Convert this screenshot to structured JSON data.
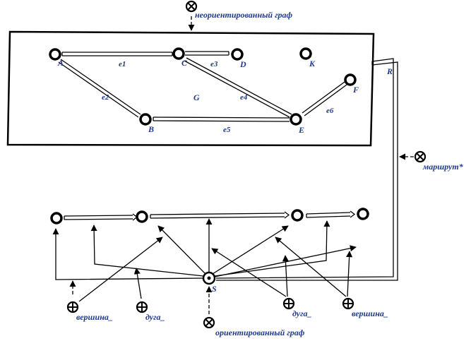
{
  "diagram": {
    "concepts": {
      "undirected_graph": "неориентированный граф",
      "route": "маршрут*",
      "directed_graph": "ориентированный граф",
      "vertex_left": "вершина_",
      "arc_left": "дуга_",
      "arc_right": "дуга_",
      "vertex_right": "вершина_"
    },
    "graph": {
      "name": "G",
      "vertices": {
        "A": "A",
        "B": "B",
        "C": "C",
        "D": "D",
        "E": "E",
        "F": "F",
        "K": "K"
      },
      "edges": {
        "e1": "e1",
        "e2": "e2",
        "e3": "e3",
        "e4": "e4",
        "e5": "e5",
        "e6": "e6"
      },
      "route_label": "R"
    },
    "route_sign": "S",
    "colors": {
      "line": "#000000",
      "label": "#1f3a8a",
      "background": "#ffffff"
    }
  }
}
